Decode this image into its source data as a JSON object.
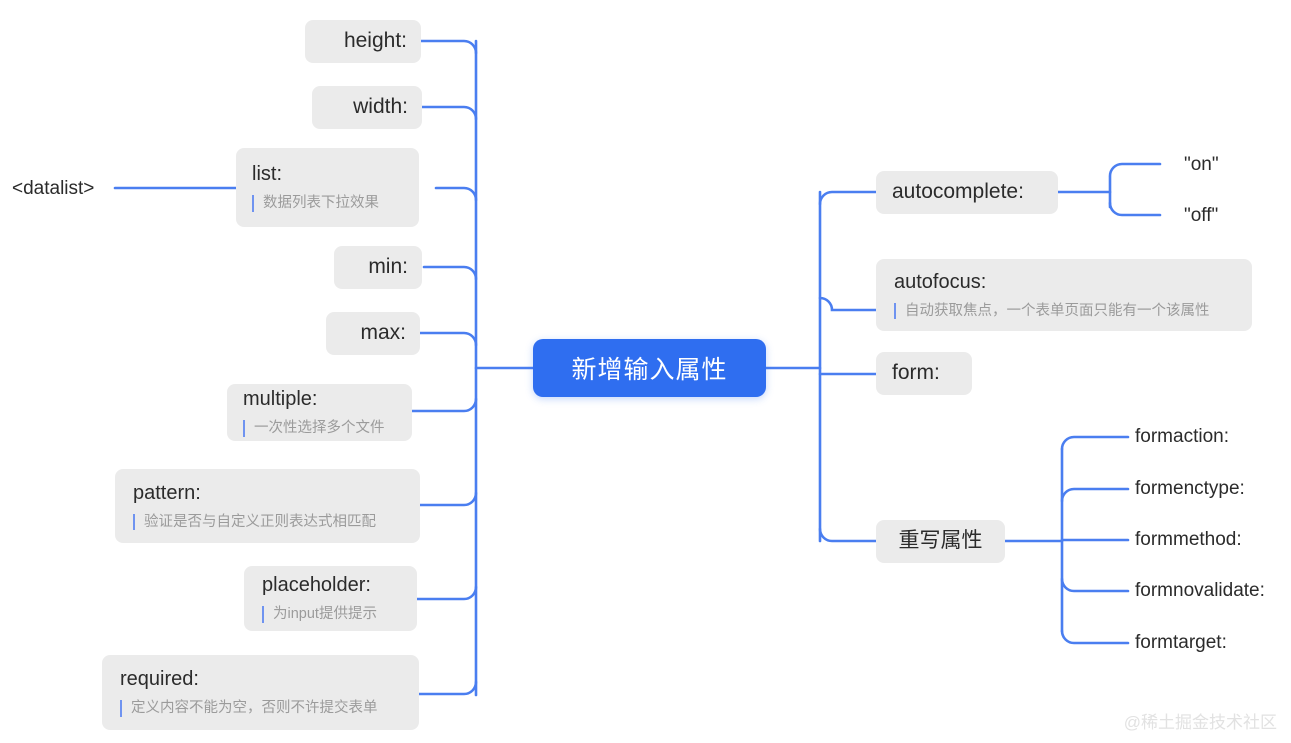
{
  "mindmap": {
    "root": {
      "label": "新增输入属性"
    },
    "theme": {
      "accent": "#2f6ef0",
      "wire": "#4a7ef0",
      "node_bg": "#ebebeb",
      "text": "#2b2b2b",
      "note_text": "#9b9b9b",
      "canvas_bg": "#ffffff"
    },
    "left_branch": [
      {
        "title": "height:",
        "note": ""
      },
      {
        "title": "width:",
        "note": ""
      },
      {
        "title": "list:",
        "note": "数据列表下拉效果",
        "side_label": "<datalist>"
      },
      {
        "title": "min:",
        "note": ""
      },
      {
        "title": "max:",
        "note": ""
      },
      {
        "title": "multiple:",
        "note": "一次性选择多个文件"
      },
      {
        "title": "pattern:",
        "note": "验证是否与自定义正则表达式相匹配"
      },
      {
        "title": "placeholder:",
        "note": "为input提供提示"
      },
      {
        "title": "required:",
        "note": "定义内容不能为空，否则不许提交表单"
      }
    ],
    "right_branch": [
      {
        "title": "autocomplete:",
        "note": "",
        "children": [
          {
            "title": "\"on\""
          },
          {
            "title": "\"off\""
          }
        ]
      },
      {
        "title": "autofocus:",
        "note": "自动获取焦点，一个表单页面只能有一个该属性",
        "children": []
      },
      {
        "title": "form:",
        "note": "",
        "children": []
      },
      {
        "title": "重写属性",
        "note": "",
        "children": [
          {
            "title": "formaction:"
          },
          {
            "title": "formenctype:"
          },
          {
            "title": "formmethod:"
          },
          {
            "title": "formnovalidate:"
          },
          {
            "title": "formtarget:"
          }
        ]
      }
    ],
    "watermark": "@稀土掘金技术社区"
  }
}
